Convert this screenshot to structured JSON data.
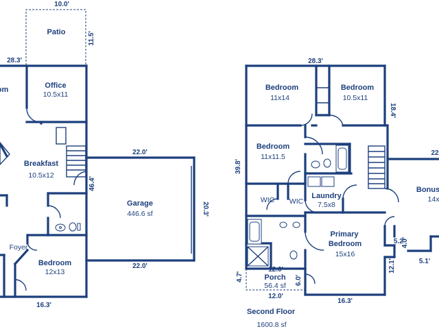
{
  "first_floor": {
    "rooms": {
      "room_partial": "om",
      "office": {
        "name": "Office",
        "size": "10.5x11"
      },
      "breakfast": {
        "name": "Breakfast",
        "size": "10.5x12"
      },
      "garage": {
        "name": "Garage",
        "size": "446.6 sf"
      },
      "patio": {
        "name": "Patio"
      },
      "bedroom": {
        "name": "Bedroom",
        "size": "12x13"
      },
      "foyer": {
        "name": "Foyer"
      }
    },
    "dimensions": {
      "patio_width": "10.0'",
      "patio_depth": "11.5'",
      "house_top": "28.3'",
      "garage_top": "22.0'",
      "garage_bottom": "22.0'",
      "garage_depth": "20.3'",
      "garage_left": "46.4'",
      "house_bottom": "16.3'"
    }
  },
  "second_floor": {
    "rooms": {
      "bedroom1": {
        "name": "Bedroom",
        "size": "11x14"
      },
      "bedroom2": {
        "name": "Bedroom",
        "size": "10.5x11"
      },
      "bedroom3": {
        "name": "Bedroom",
        "size": "11x11.5"
      },
      "wic1": "WIC",
      "wic2": "WIC",
      "laundry": {
        "name": "Laundry",
        "size": "7.5x8"
      },
      "primary": {
        "name": "Primary",
        "name2": "Bedroom",
        "size": "15x16"
      },
      "porch": {
        "name": "Porch",
        "size": "56.4 sf"
      },
      "bonus": {
        "name": "Bonus",
        "size": "14x"
      }
    },
    "dimensions": {
      "top": "28.3'",
      "right_upper": "18.4'",
      "left": "39.8'",
      "porch_top": "12.0'",
      "porch_bottom": "12.0'",
      "porch_left": "4.7'",
      "porch_right": "6.0'",
      "bottom": "16.3'",
      "right_lower": "12.1'",
      "bump_w": "5.2'",
      "bump_d": "4.0'",
      "bump_b": "5.1'",
      "bonus_top": "22"
    }
  },
  "caption": {
    "title": "Second Floor",
    "area": "1600.8 sf"
  }
}
